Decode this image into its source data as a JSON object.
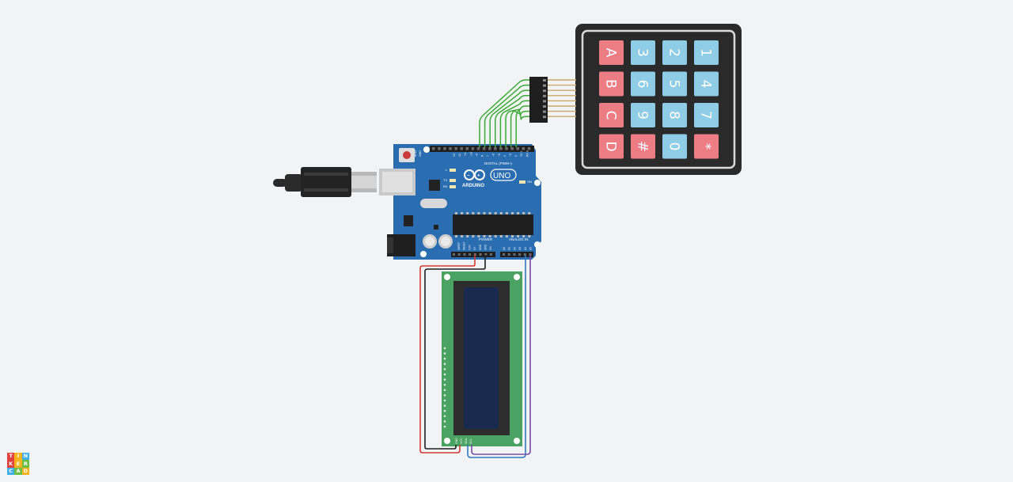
{
  "app": {
    "brand_letters": [
      "T",
      "I",
      "N",
      "K",
      "E",
      "R",
      "C",
      "A",
      "D"
    ],
    "brand_colors": [
      "#e2413e",
      "#f6b21b",
      "#3fb0e8",
      "#e2413e",
      "#f6b21b",
      "#6cbe45",
      "#3fb0e8",
      "#6cbe45",
      "#f6b21b"
    ]
  },
  "keypad": {
    "keys": [
      {
        "label": "1",
        "type": "number"
      },
      {
        "label": "2",
        "type": "number"
      },
      {
        "label": "3",
        "type": "number"
      },
      {
        "label": "A",
        "type": "letter"
      },
      {
        "label": "4",
        "type": "number"
      },
      {
        "label": "5",
        "type": "number"
      },
      {
        "label": "6",
        "type": "number"
      },
      {
        "label": "B",
        "type": "letter"
      },
      {
        "label": "7",
        "type": "number"
      },
      {
        "label": "8",
        "type": "number"
      },
      {
        "label": "9",
        "type": "number"
      },
      {
        "label": "C",
        "type": "letter"
      },
      {
        "label": "*",
        "type": "letter"
      },
      {
        "label": "0",
        "type": "number"
      },
      {
        "label": "#",
        "type": "letter"
      },
      {
        "label": "D",
        "type": "letter"
      }
    ],
    "colors": {
      "number": "#8fcde6",
      "letter": "#ec7d85",
      "body": "#2a2a2a",
      "border": "#dcdcdc"
    }
  },
  "arduino": {
    "brand": "ARDUINO",
    "model": "UNO",
    "digital_label": "DIGITAL (PWM~)",
    "power_label": "POWER",
    "analog_label": "ANALOG IN",
    "aref_label": "AREF",
    "gnd_label": "GND",
    "on_label": "ON",
    "tx_label": "TX",
    "rx_label": "RX",
    "l_label": "L",
    "digital_pins": [
      "13",
      "12",
      "~11",
      "~10",
      "~9",
      "8",
      "7",
      "~6",
      "~5",
      "4",
      "~3",
      "2",
      "TX 1",
      "RX 0"
    ],
    "power_pins": [
      "IOREF",
      "RESET",
      "3.3V",
      "5V",
      "GND",
      "GND",
      "Vin"
    ],
    "analog_pins": [
      "A0",
      "A1",
      "A2",
      "A3",
      "A4",
      "A5"
    ],
    "board_color": "#2a6db0"
  },
  "lcd": {
    "pins": [
      "GND",
      "VCC",
      "SDA",
      "SCL"
    ],
    "pcb_color": "#4aa362",
    "screen_color": "#1a2a4e"
  },
  "wires": {
    "keypad": "#3aaa35",
    "power_5v": "#d33a2f",
    "ground": "#1e1e1e",
    "sda": "#2f78c4",
    "scl": "#7a4aa8"
  }
}
